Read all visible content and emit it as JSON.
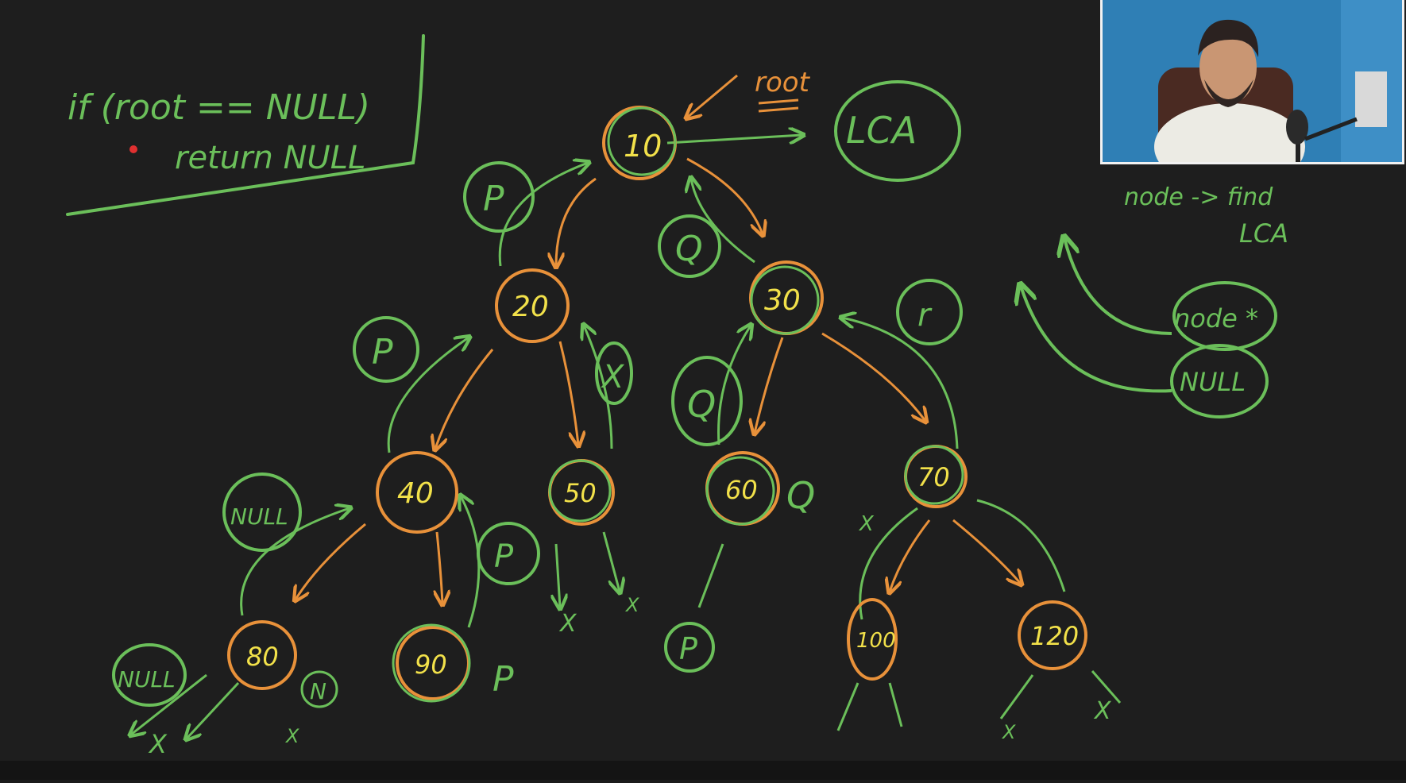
{
  "colors": {
    "background": "#1e1e1e",
    "ink_green": "#6bbf5a",
    "ink_orange": "#e8913a",
    "ink_yellow": "#f2e14a"
  },
  "code": {
    "line1": "if (root == NULL)",
    "line2": "return NULL"
  },
  "root_note": {
    "text": "root",
    "lca_label": "LCA"
  },
  "side_note": {
    "line1": "node -> find",
    "line2": "LCA",
    "node_label": "node *",
    "null_label": "NULL"
  },
  "tree": {
    "nodes": [
      {
        "id": "n10",
        "value": "10"
      },
      {
        "id": "n20",
        "value": "20"
      },
      {
        "id": "n30",
        "value": "30"
      },
      {
        "id": "n40",
        "value": "40"
      },
      {
        "id": "n50",
        "value": "50"
      },
      {
        "id": "n60",
        "value": "60"
      },
      {
        "id": "n70",
        "value": "70"
      },
      {
        "id": "n80",
        "value": "80"
      },
      {
        "id": "n90",
        "value": "90"
      },
      {
        "id": "n100",
        "value": "100"
      },
      {
        "id": "n120",
        "value": "120"
      }
    ],
    "markers": {
      "p": "P",
      "q": "Q",
      "null": "NULL",
      "x": "X",
      "r": "r",
      "n": "N"
    }
  },
  "webcam_icon": "person-webcam-icon"
}
